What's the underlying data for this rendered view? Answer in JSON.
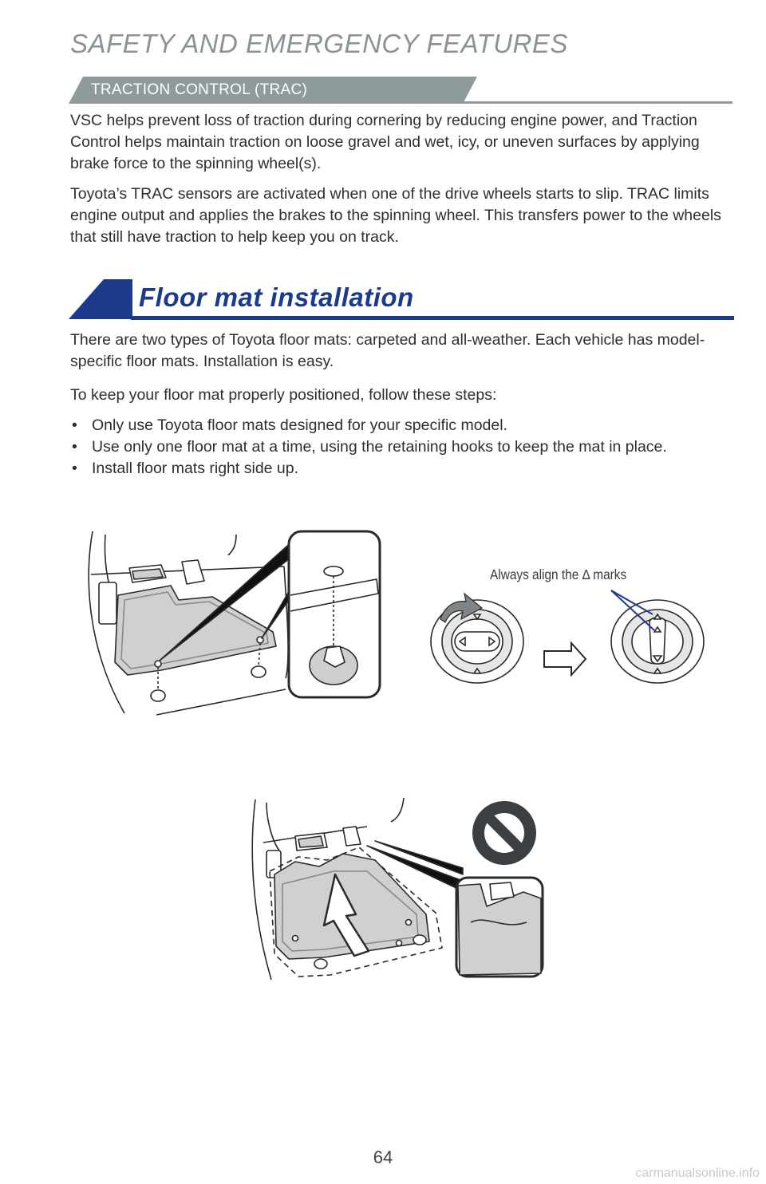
{
  "header": {
    "section_title": "SAFETY AND EMERGENCY FEATURES",
    "subsection": "TRACTION CONTROL (TRAC)"
  },
  "trac": {
    "para1": "VSC helps prevent loss of traction during cornering by reducing engine power, and Traction Control helps maintain traction on loose gravel and wet, icy, or uneven surfaces by applying brake force to the spinning wheel(s).",
    "para2": "Toyota’s TRAC sensors are activated when one of the drive wheels starts to slip. TRAC limits engine output and applies the brakes to the spinning wheel. This transfers power to the wheels that still have traction to help keep you on track."
  },
  "floor_mat": {
    "title": "Floor mat installation",
    "intro": "There are two types of Toyota floor mats: carpeted and all-weather. Each vehicle has model-specific floor mats. Installation is easy.",
    "steps_intro": "To keep your floor mat properly positioned, follow these steps:",
    "steps": [
      "Only use Toyota floor mats designed for your specific model.",
      "Use only one floor mat at a time, using the retaining hooks to keep the mat in place.",
      "Install floor mats right side up."
    ],
    "diagram_label": "Always align the Δ marks"
  },
  "icons": {
    "rotate": "rotate-arrow-icon",
    "next": "right-arrow-icon",
    "prohibited": "prohibited-icon"
  },
  "colors": {
    "title_gray": "#8a9396",
    "banner_gray": "#8f9a9c",
    "brand_blue": "#1b3a8c",
    "mat_fill": "#cfd1d1"
  },
  "footer": {
    "page_number": "64",
    "watermark": "carmanualsonline.info"
  }
}
